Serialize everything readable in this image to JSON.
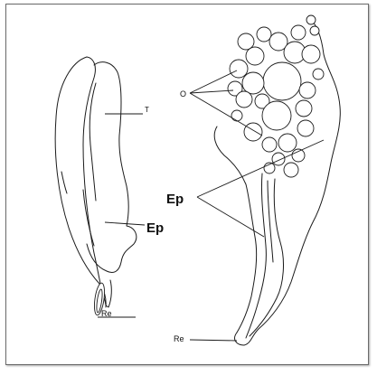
{
  "figure": {
    "labels": {
      "left_testis": "T",
      "left_epididymis": "Ep",
      "left_rete": "Re",
      "right_ovary": "O",
      "right_epididymis": "Ep",
      "right_rete": "Re"
    },
    "colors": {
      "ink": "#1a1a1a",
      "background": "#ffffff",
      "frame": "#6b6b6b"
    }
  }
}
